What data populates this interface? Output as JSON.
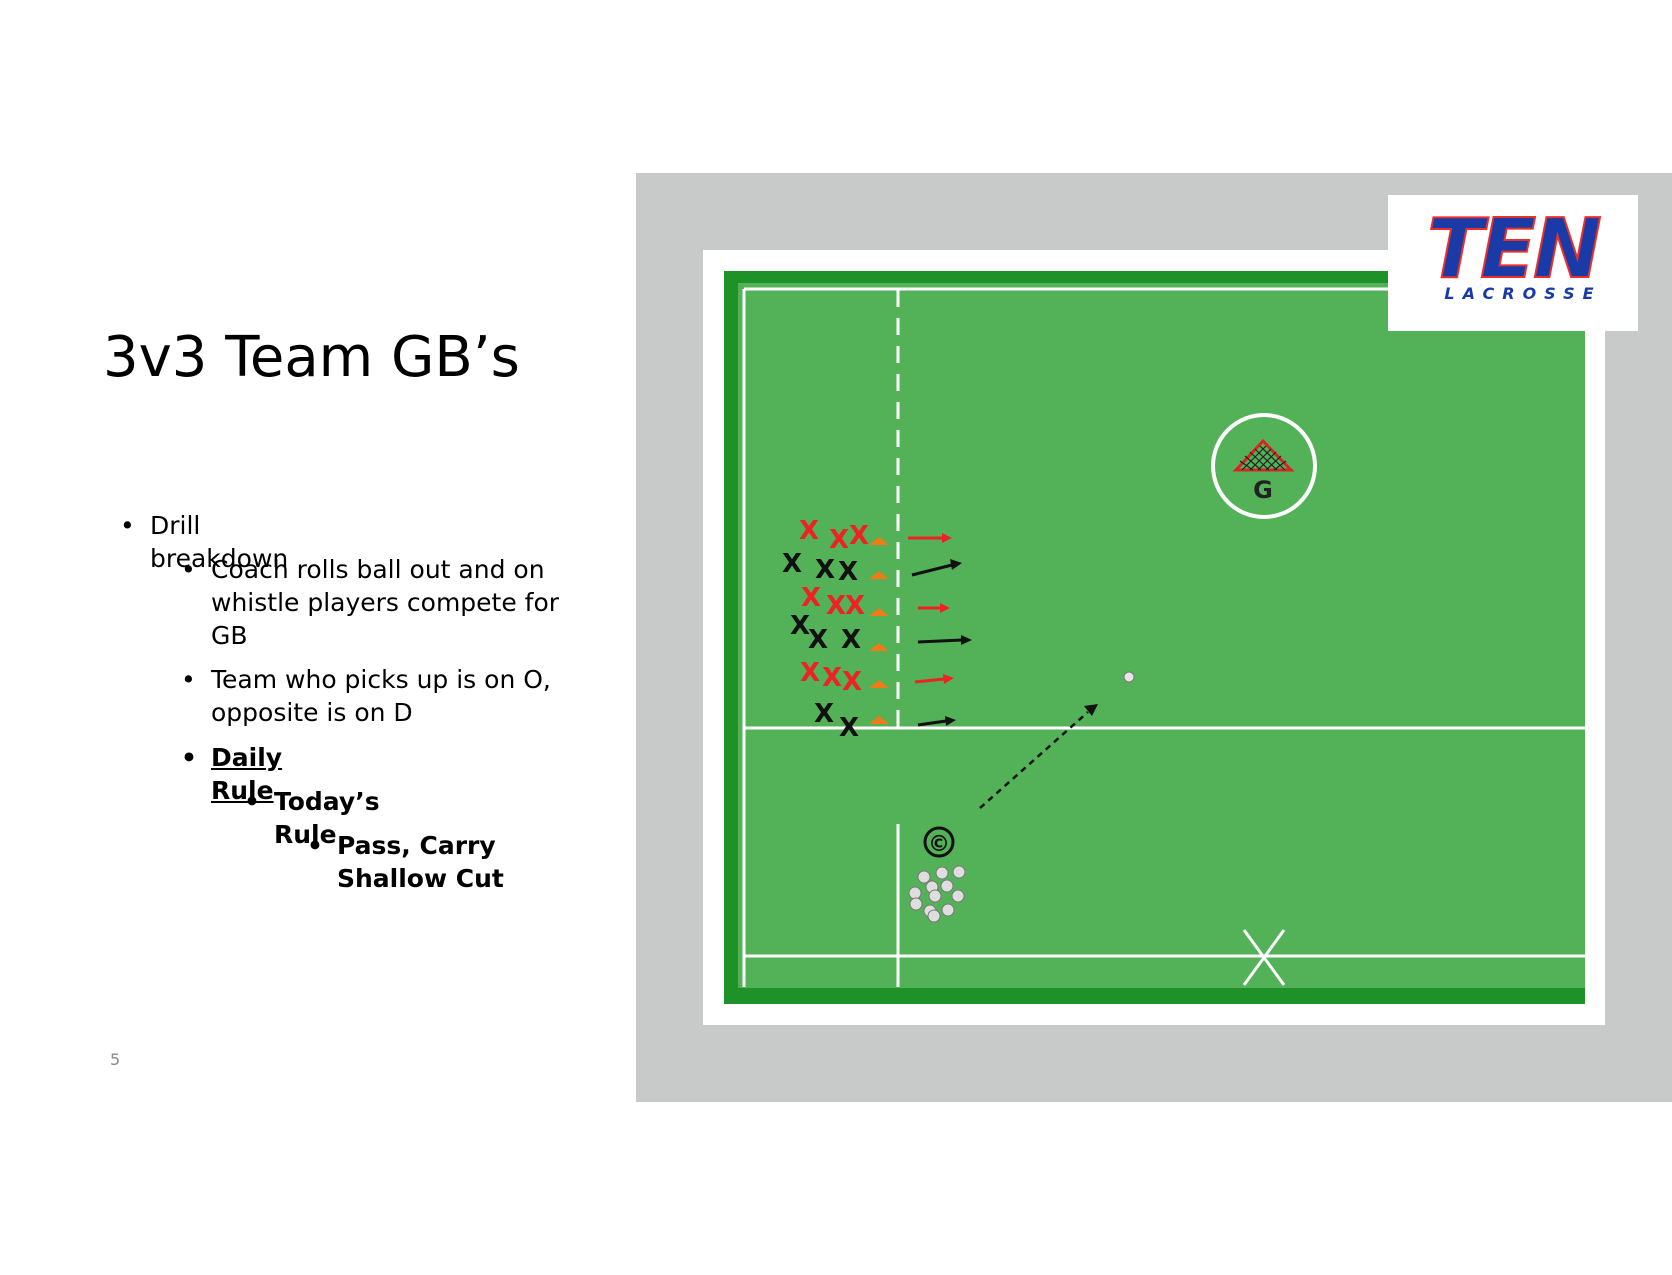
{
  "slide": {
    "title": "3v3 Team GB’s",
    "bullets": [
      {
        "text": "Drill breakdown",
        "level": 1
      },
      {
        "text": "Coach rolls ball out and on whistle players compete for GB",
        "level": 2
      },
      {
        "text": "Team who picks up is on O, opposite is on D",
        "level": 2
      },
      {
        "text": "Daily Rule",
        "level": 2,
        "bold": true,
        "underline": true
      },
      {
        "text": "Today’s Rule",
        "level": 3,
        "bold": true
      },
      {
        "text": "Pass, Carry Shallow Cut",
        "level": 4,
        "bold": true
      }
    ],
    "page_number": "5"
  },
  "diagram": {
    "goalie_label": "G",
    "coach_symbol": "©",
    "player_symbol": "X",
    "logo": {
      "word": "TEN",
      "sub": "LACROSSE"
    },
    "colors": {
      "field": "#53b257",
      "field_border": "#1e9128",
      "team_red": "#ee2222",
      "team_black": "#111111",
      "cone": "#f07a16",
      "logo_blue": "#1a3aa8",
      "logo_red": "#e8302a"
    }
  }
}
